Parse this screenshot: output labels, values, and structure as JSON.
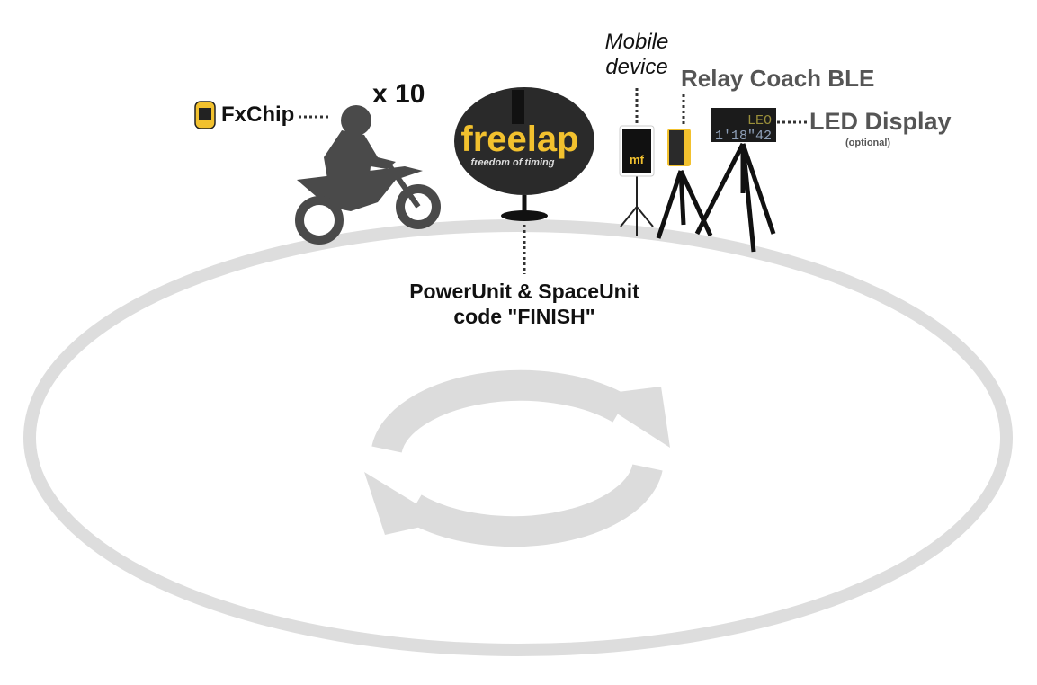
{
  "labels": {
    "fxchip": "FxChip",
    "multiplier": "x 10",
    "mobile_line1": "Mobile",
    "mobile_line2": "device",
    "relay": "Relay Coach BLE",
    "led": "LED Display",
    "led_note": "(optional)",
    "finish_line1": "PowerUnit & SpaceUnit",
    "finish_line2": "code \"FINISH\""
  },
  "logo": {
    "brand": "freelap",
    "tagline": "freedom of timing",
    "app": "mf"
  },
  "led_screen": {
    "name": "LEO",
    "time": "1'18\"42"
  },
  "colors": {
    "track": "#dddddd",
    "brand_yellow": "#f2c12e",
    "silhouette": "#4a4a4a"
  }
}
